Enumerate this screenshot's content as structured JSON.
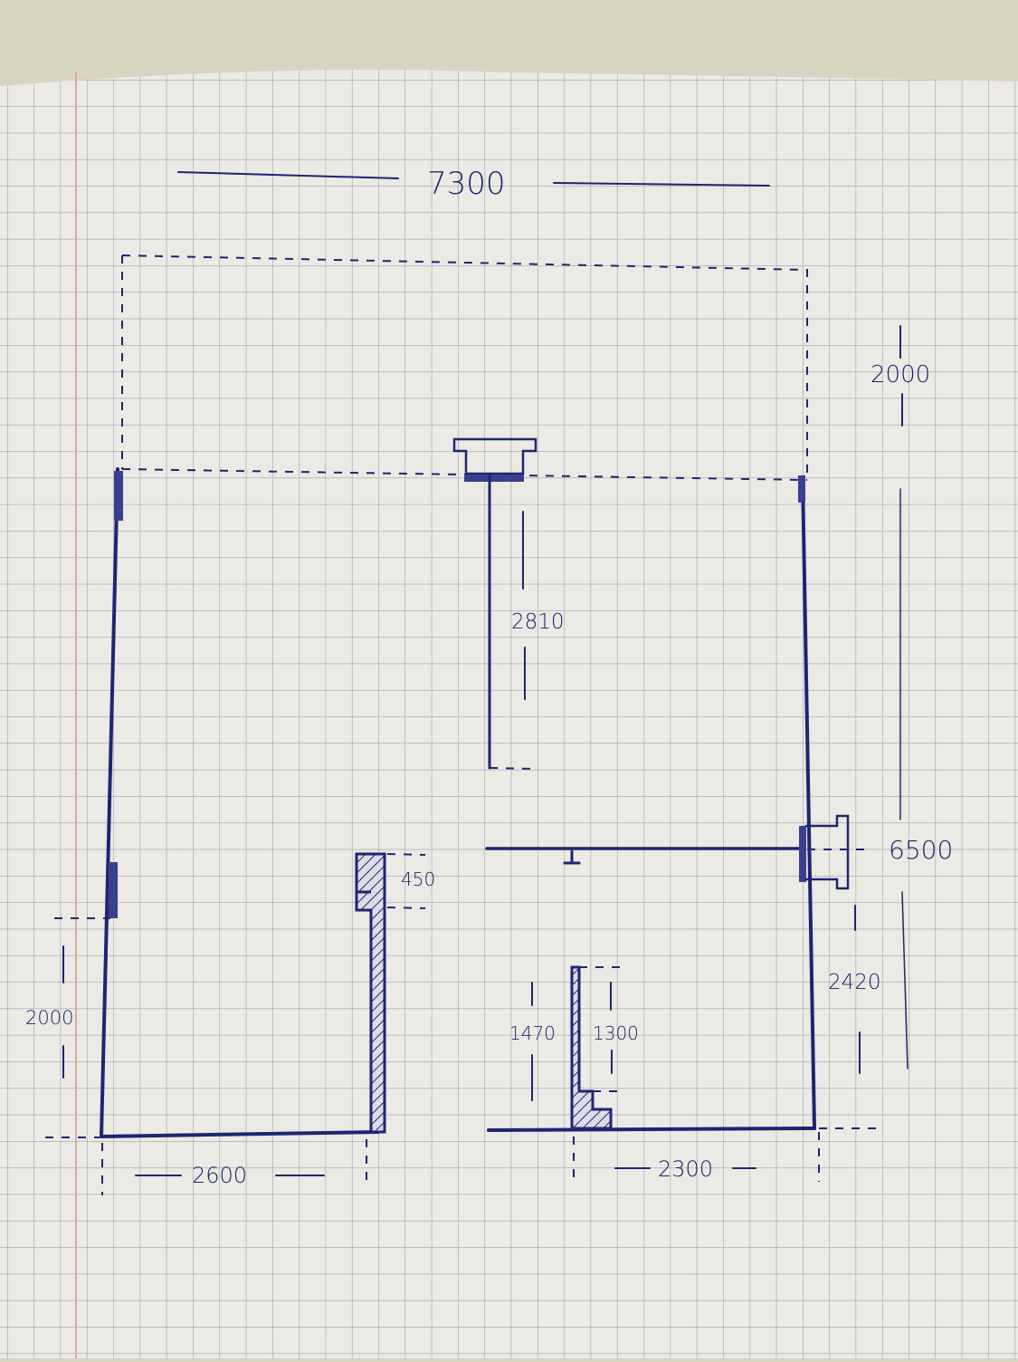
{
  "diagram": {
    "type": "floor-plan-sketch",
    "colors": {
      "ink": "#1e2572",
      "paper": "#ebeae4",
      "grid": "#9ea3aa",
      "margin_line": "#e3a7a7"
    },
    "dimensions": {
      "total_width": "7300",
      "top_extension_depth": "2000",
      "partition_length": "2810",
      "total_depth": "6500",
      "pillar_length": "450",
      "left_opening_offset": "2000",
      "left_wall_segment": "2600",
      "right_wall_segment": "2300",
      "short_wall_length": "1470",
      "short_wall_inner": "1300",
      "right_opening_offset": "2420"
    }
  }
}
